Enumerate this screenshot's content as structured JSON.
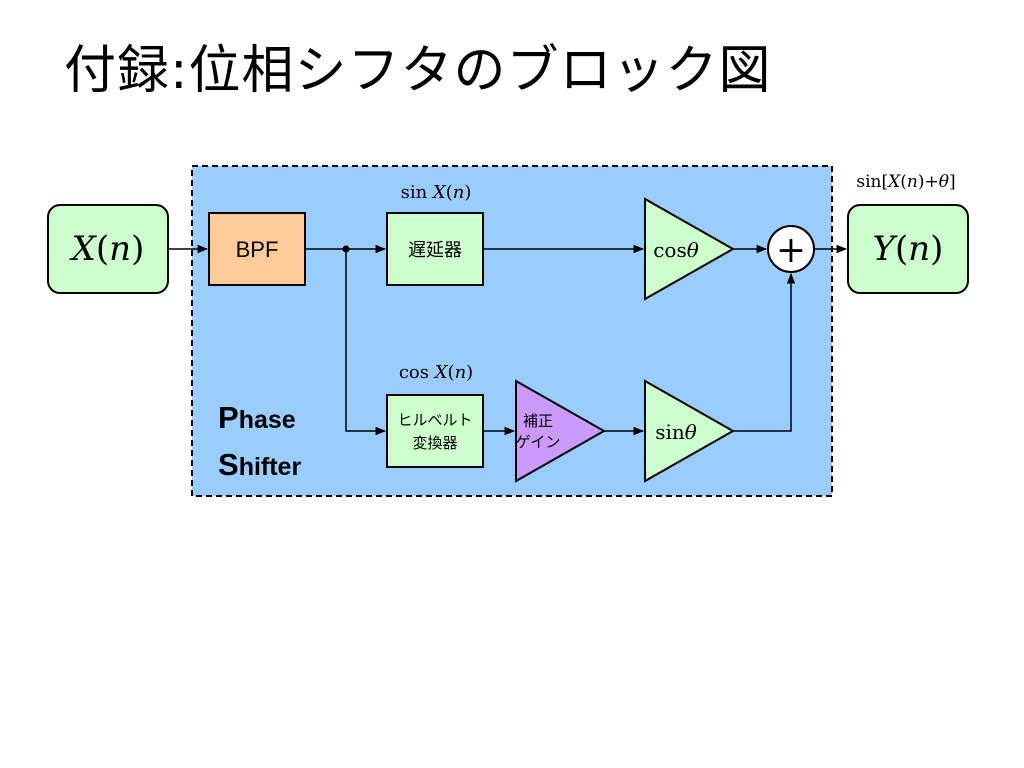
{
  "slide": {
    "title": "付録:位相シフタのブロック図"
  },
  "diagram": {
    "input": {
      "label": "X(n)",
      "var": "X",
      "arg": "n"
    },
    "output": {
      "label": "Y(n)",
      "var": "Y",
      "arg": "n"
    },
    "output_formula": {
      "fn": "sin",
      "var": "X",
      "arg": "n",
      "extra": "θ"
    },
    "bpf": "BPF",
    "delay": "遅延器",
    "delay_signal": {
      "fn": "sin",
      "var": "X",
      "arg": "n"
    },
    "hilbert": {
      "line1": "ヒルベルト",
      "line2": "変換器"
    },
    "hilbert_signal": {
      "fn": "cos",
      "var": "X",
      "arg": "n"
    },
    "gain": {
      "line1": "補正",
      "line2": "ゲイン"
    },
    "cos_amp": {
      "fn": "cos",
      "theta": "θ"
    },
    "sin_amp": {
      "fn": "sin",
      "theta": "θ"
    },
    "adder": "+",
    "phase_shifter": {
      "p_big": "P",
      "p_rest": "hase",
      "s_big": "S",
      "s_rest": "hifter"
    },
    "colors": {
      "panel": "#99ccff",
      "terminal": "#ccffcc",
      "bpf": "#ffcc99",
      "block": "#ccffcc",
      "gain": "#cc99ff",
      "amp": "#ccffcc"
    }
  }
}
